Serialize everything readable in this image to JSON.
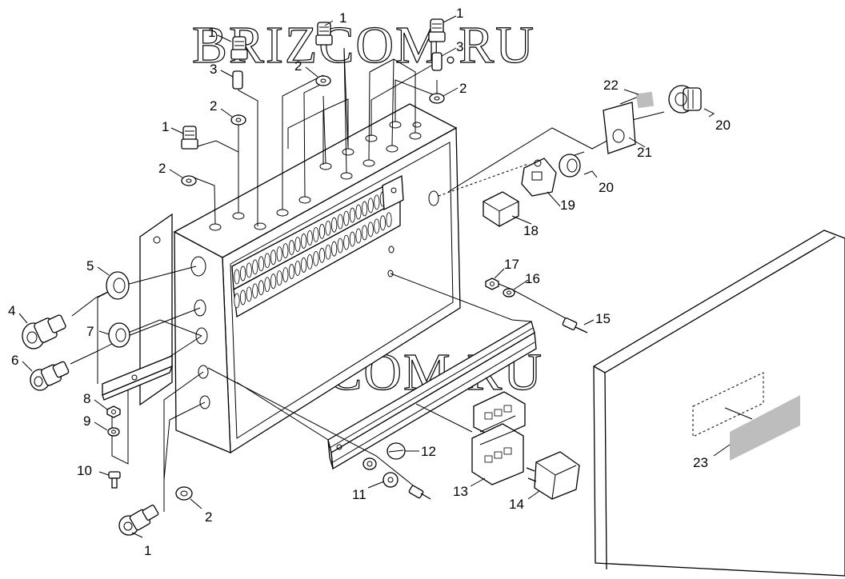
{
  "watermark": "BRIZCOM.RU",
  "callouts": [
    {
      "id": "c1a",
      "label": "1"
    },
    {
      "id": "c1b",
      "label": "1"
    },
    {
      "id": "c1c",
      "label": "1"
    },
    {
      "id": "c1d",
      "label": "1"
    },
    {
      "id": "c1e",
      "label": "1"
    },
    {
      "id": "c2a",
      "label": "2"
    },
    {
      "id": "c2b",
      "label": "2"
    },
    {
      "id": "c2c",
      "label": "2"
    },
    {
      "id": "c2d",
      "label": "2"
    },
    {
      "id": "c2e",
      "label": "2"
    },
    {
      "id": "c3a",
      "label": "3"
    },
    {
      "id": "c3b",
      "label": "3"
    },
    {
      "id": "c4",
      "label": "4"
    },
    {
      "id": "c5",
      "label": "5"
    },
    {
      "id": "c6",
      "label": "6"
    },
    {
      "id": "c7",
      "label": "7"
    },
    {
      "id": "c8",
      "label": "8"
    },
    {
      "id": "c9",
      "label": "9"
    },
    {
      "id": "c10",
      "label": "10"
    },
    {
      "id": "c11",
      "label": "11"
    },
    {
      "id": "c12",
      "label": "12"
    },
    {
      "id": "c13",
      "label": "13"
    },
    {
      "id": "c14",
      "label": "14"
    },
    {
      "id": "c15",
      "label": "15"
    },
    {
      "id": "c16",
      "label": "16"
    },
    {
      "id": "c17",
      "label": "17"
    },
    {
      "id": "c18",
      "label": "18"
    },
    {
      "id": "c19",
      "label": "19"
    },
    {
      "id": "c20a",
      "label": "20"
    },
    {
      "id": "c20b",
      "label": "20"
    },
    {
      "id": "c21",
      "label": "21"
    },
    {
      "id": "c22",
      "label": "22"
    },
    {
      "id": "c23",
      "label": "23"
    }
  ]
}
